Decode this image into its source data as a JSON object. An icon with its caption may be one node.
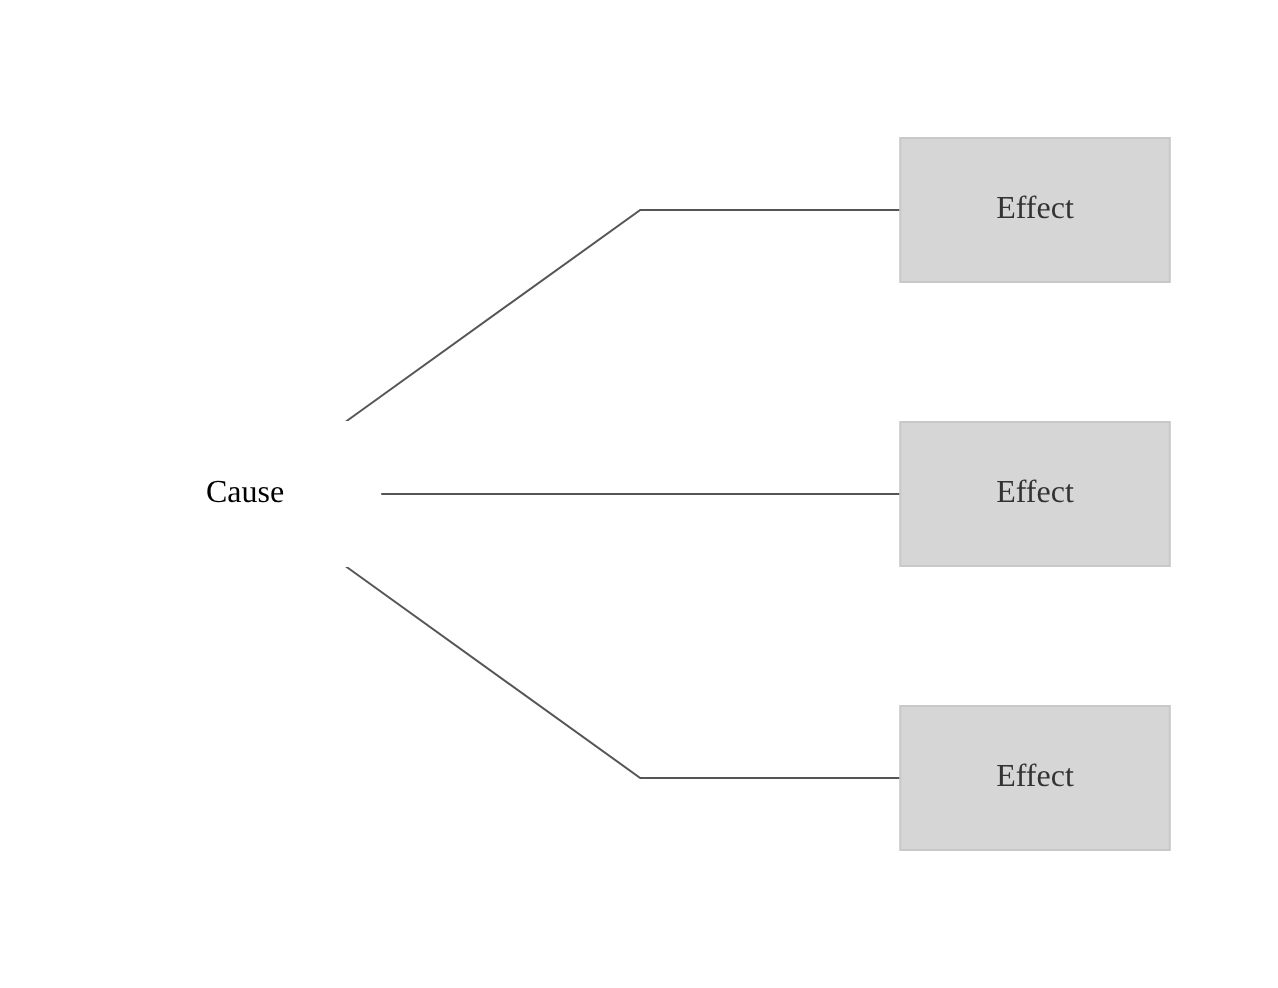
{
  "diagram": {
    "nodes": [
      {
        "text": [
          "Cause"
        ]
      },
      {
        "text": [
          "Effect"
        ]
      },
      {
        "text": [
          "Effect"
        ]
      },
      {
        "text": [
          "Effect"
        ]
      }
    ],
    "edges": [
      {
        "from": 0,
        "to": 1,
        "arrow": "none"
      },
      {
        "from": 0,
        "to": 2,
        "arrow": "none"
      },
      {
        "from": 0,
        "to": 3,
        "arrow": "none"
      }
    ]
  }
}
